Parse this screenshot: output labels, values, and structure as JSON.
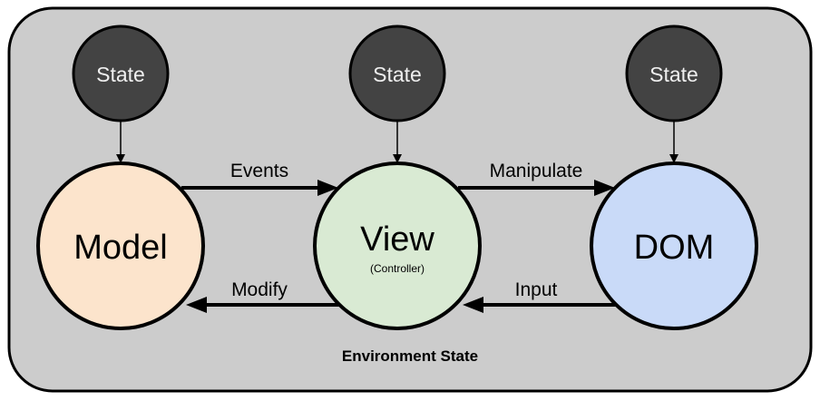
{
  "diagram": {
    "container_label": "Environment State",
    "state_nodes": [
      {
        "label": "State"
      },
      {
        "label": "State"
      },
      {
        "label": "State"
      }
    ],
    "main_nodes": [
      {
        "label": "Model",
        "sublabel": "",
        "color": "#fce4cc"
      },
      {
        "label": "View",
        "sublabel": "(Controller)",
        "color": "#d9ead3"
      },
      {
        "label": "DOM",
        "sublabel": "",
        "color": "#c9daf8"
      }
    ],
    "edges": [
      {
        "from": "Model",
        "to": "View",
        "label": "Events"
      },
      {
        "from": "View",
        "to": "DOM",
        "label": "Manipulate"
      },
      {
        "from": "View",
        "to": "Model",
        "label": "Modify"
      },
      {
        "from": "DOM",
        "to": "View",
        "label": "Input"
      }
    ],
    "colors": {
      "container_fill": "#cccccc",
      "state_fill": "#434343",
      "state_text": "#eeeeee",
      "stroke": "#000000"
    }
  }
}
